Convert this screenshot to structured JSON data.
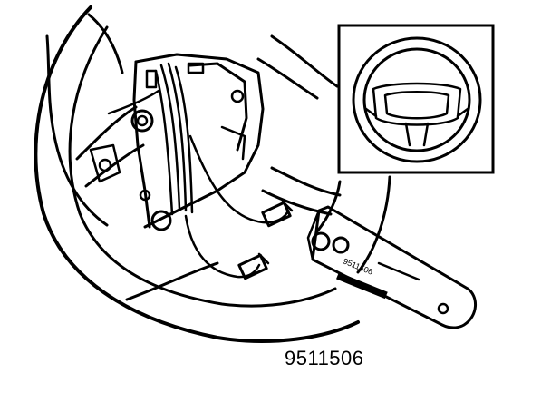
{
  "figure": {
    "figure_number": "9511506",
    "tool_label_code": "9511506",
    "colors": {
      "ink": "#000000",
      "paper": "#ffffff"
    },
    "inset": {
      "depicts": "steering-wheel-overview"
    }
  }
}
